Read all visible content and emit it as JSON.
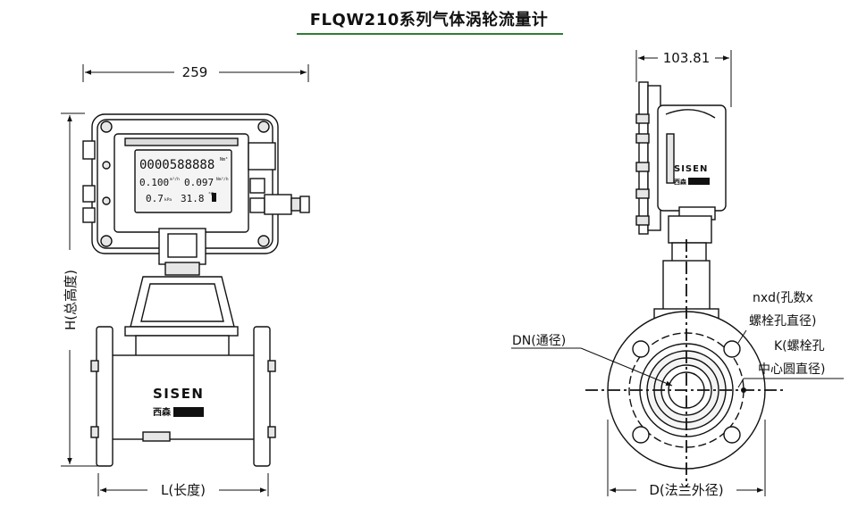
{
  "title": "FLQW210系列气体涡轮流量计",
  "front_view": {
    "width_dim": "259",
    "height_dim": "H(总高度)",
    "length_dim": "L(长度)",
    "brand": "SISEN",
    "brand_cn": "西森",
    "lcd": {
      "line1": "0000588888",
      "line1_unit": "Nm³",
      "line2_left": "0.100",
      "line2_left_unit": "m³/h",
      "line2_right": "0.097",
      "line2_right_unit": "Nm³/h",
      "line3_left": "0.7",
      "line3_left_unit": "kPa",
      "line3_right": "31.8",
      "line3_right_unit": "°C"
    }
  },
  "side_view": {
    "depth_dim": "103.81",
    "brand": "SISEN",
    "brand_cn": "西森",
    "dn_label": "DN(通径)",
    "nxd_label_1": "nxd(孔数x",
    "nxd_label_2": "螺栓孔直径)",
    "k_label_1": "K(螺栓孔",
    "k_label_2": "中心圆直径)",
    "d_label": "D(法兰外径)"
  },
  "colors": {
    "title_underline": "#2e7d32",
    "line": "#111111",
    "fill_light": "#ececec",
    "fill_mid": "#d6d6d6"
  }
}
